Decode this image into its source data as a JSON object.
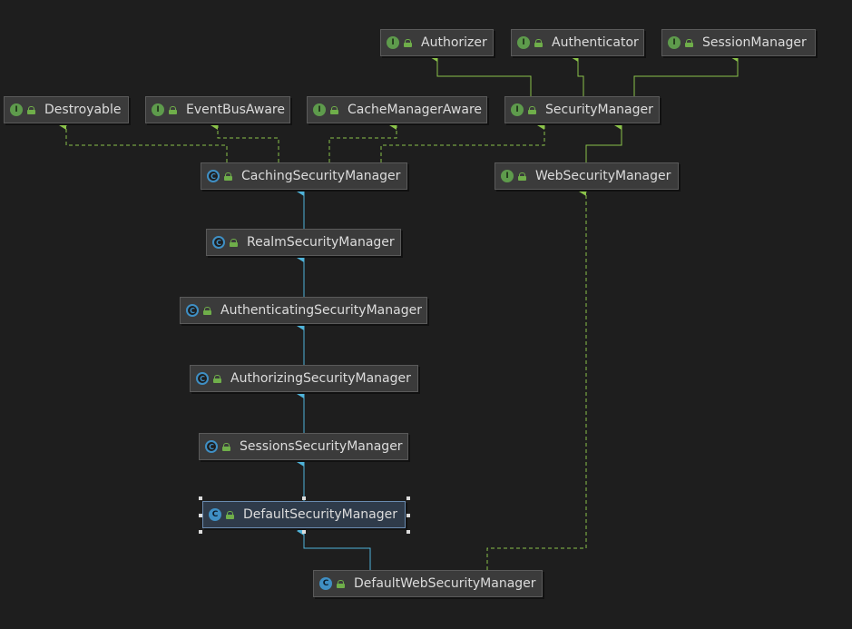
{
  "colors": {
    "background": "#1e1e1e",
    "extends_edge": "#4fb3d9",
    "implements_edge": "#8bc34a",
    "interface_icon": "#5e9b4c",
    "class_icon": "#3f8fc4"
  },
  "nodes": {
    "authorizer": {
      "label": "Authorizer",
      "kind": "interface",
      "icon_letter": "I"
    },
    "authenticator": {
      "label": "Authenticator",
      "kind": "interface",
      "icon_letter": "I"
    },
    "session_manager": {
      "label": "SessionManager",
      "kind": "interface",
      "icon_letter": "I"
    },
    "destroyable": {
      "label": "Destroyable",
      "kind": "interface",
      "icon_letter": "I"
    },
    "event_bus_aware": {
      "label": "EventBusAware",
      "kind": "interface",
      "icon_letter": "I"
    },
    "cache_manager_aware": {
      "label": "CacheManagerAware",
      "kind": "interface",
      "icon_letter": "I"
    },
    "security_manager": {
      "label": "SecurityManager",
      "kind": "interface",
      "icon_letter": "I"
    },
    "caching_security_manager": {
      "label": "CachingSecurityManager",
      "kind": "abstract-class",
      "icon_letter": "C"
    },
    "web_security_manager": {
      "label": "WebSecurityManager",
      "kind": "interface",
      "icon_letter": "I"
    },
    "realm_security_manager": {
      "label": "RealmSecurityManager",
      "kind": "abstract-class",
      "icon_letter": "C"
    },
    "authenticating_security_manager": {
      "label": "AuthenticatingSecurityManager",
      "kind": "abstract-class",
      "icon_letter": "C"
    },
    "authorizing_security_manager": {
      "label": "AuthorizingSecurityManager",
      "kind": "abstract-class",
      "icon_letter": "C"
    },
    "sessions_security_manager": {
      "label": "SessionsSecurityManager",
      "kind": "abstract-class",
      "icon_letter": "C"
    },
    "default_security_manager": {
      "label": "DefaultSecurityManager",
      "kind": "class",
      "icon_letter": "C",
      "selected": true
    },
    "default_web_security_manager": {
      "label": "DefaultWebSecurityManager",
      "kind": "class",
      "icon_letter": "C"
    }
  }
}
